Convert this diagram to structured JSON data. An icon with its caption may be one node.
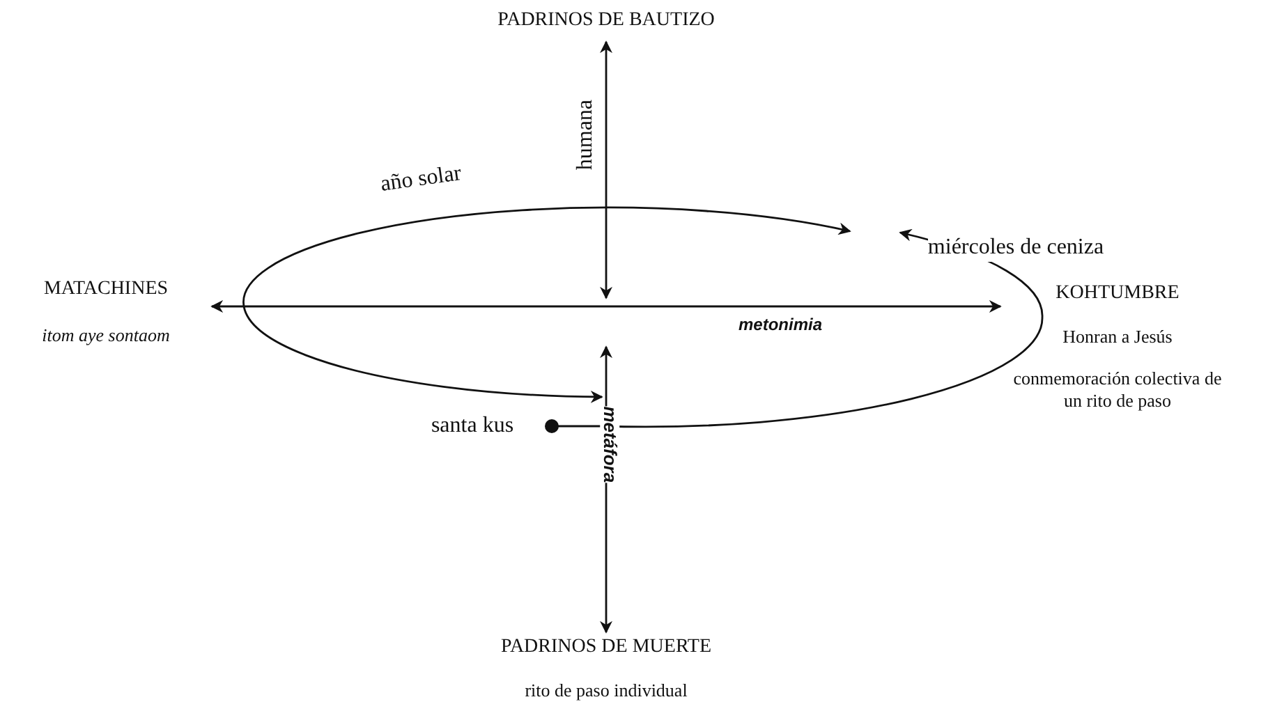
{
  "diagram": {
    "nodes": [
      {
        "text": [
          "PADRINOS DE BAUTIZO"
        ]
      },
      {
        "text": [
          "MATACHINES",
          "itom aye sontaom"
        ]
      },
      {
        "text": [
          "KOHTUMBRE",
          "Honran a Jesús",
          "conmemoración colectiva de un rito de paso"
        ]
      },
      {
        "text": [
          "PADRINOS DE MUERTE",
          "rito de paso individual"
        ]
      },
      {
        "text": [
          "miércoles de ceniza"
        ]
      },
      {
        "text": [
          "santa kus"
        ]
      }
    ],
    "edges": [
      {
        "from": null,
        "to": 0,
        "arrow": "both",
        "label": "humana"
      },
      {
        "from": null,
        "to": 3,
        "arrow": "both",
        "label": "metáfora"
      },
      {
        "from": 1,
        "to": 2,
        "arrow": "both",
        "label": "metonimia"
      },
      {
        "from": 5,
        "to": 4,
        "arrow": "to"
      }
    ],
    "labels": [
      "año solar"
    ]
  }
}
